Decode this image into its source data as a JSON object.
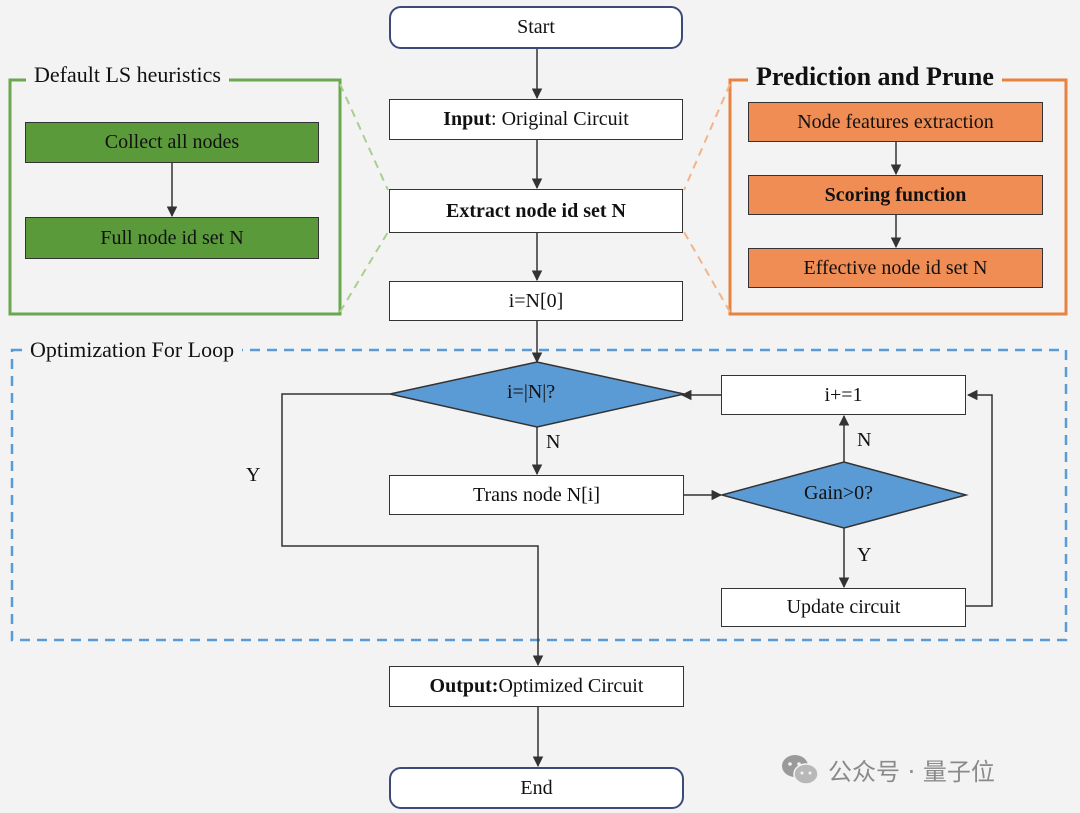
{
  "panels": {
    "left_title": "Default LS heuristics",
    "right_title": "Prediction and Prune",
    "loop_title": "Optimization For Loop"
  },
  "nodes": {
    "start": "Start",
    "input_bold": "Input",
    "input_rest": ": Original Circuit",
    "extract": "Extract node id set N",
    "init": "i=N[0]",
    "condition": "i=|N|?",
    "increment": "i+=1",
    "trans": "Trans node N[i]",
    "gain": "Gain>0?",
    "update": "Update circuit",
    "output_bold": "Output:",
    "output_rest": " Optimized Circuit",
    "end": "End"
  },
  "left_nodes": {
    "collect": "Collect all nodes",
    "full": "Full node id set N"
  },
  "right_nodes": {
    "features": "Node features extraction",
    "scoring": "Scoring function",
    "effective": "Effective node id set N"
  },
  "edge_labels": {
    "cond_no": "N",
    "cond_yes": "Y",
    "gain_no": "N",
    "gain_yes": "Y"
  },
  "colors": {
    "green": "#5a9a3a",
    "orange": "#ef8d55",
    "decision_blue": "#5b9bd5",
    "loop_border": "#5b9bd5",
    "start_end_border": "#3c4a7a"
  },
  "watermark": {
    "icon": "wechat-icon",
    "text": "公众号 · 量子位"
  }
}
